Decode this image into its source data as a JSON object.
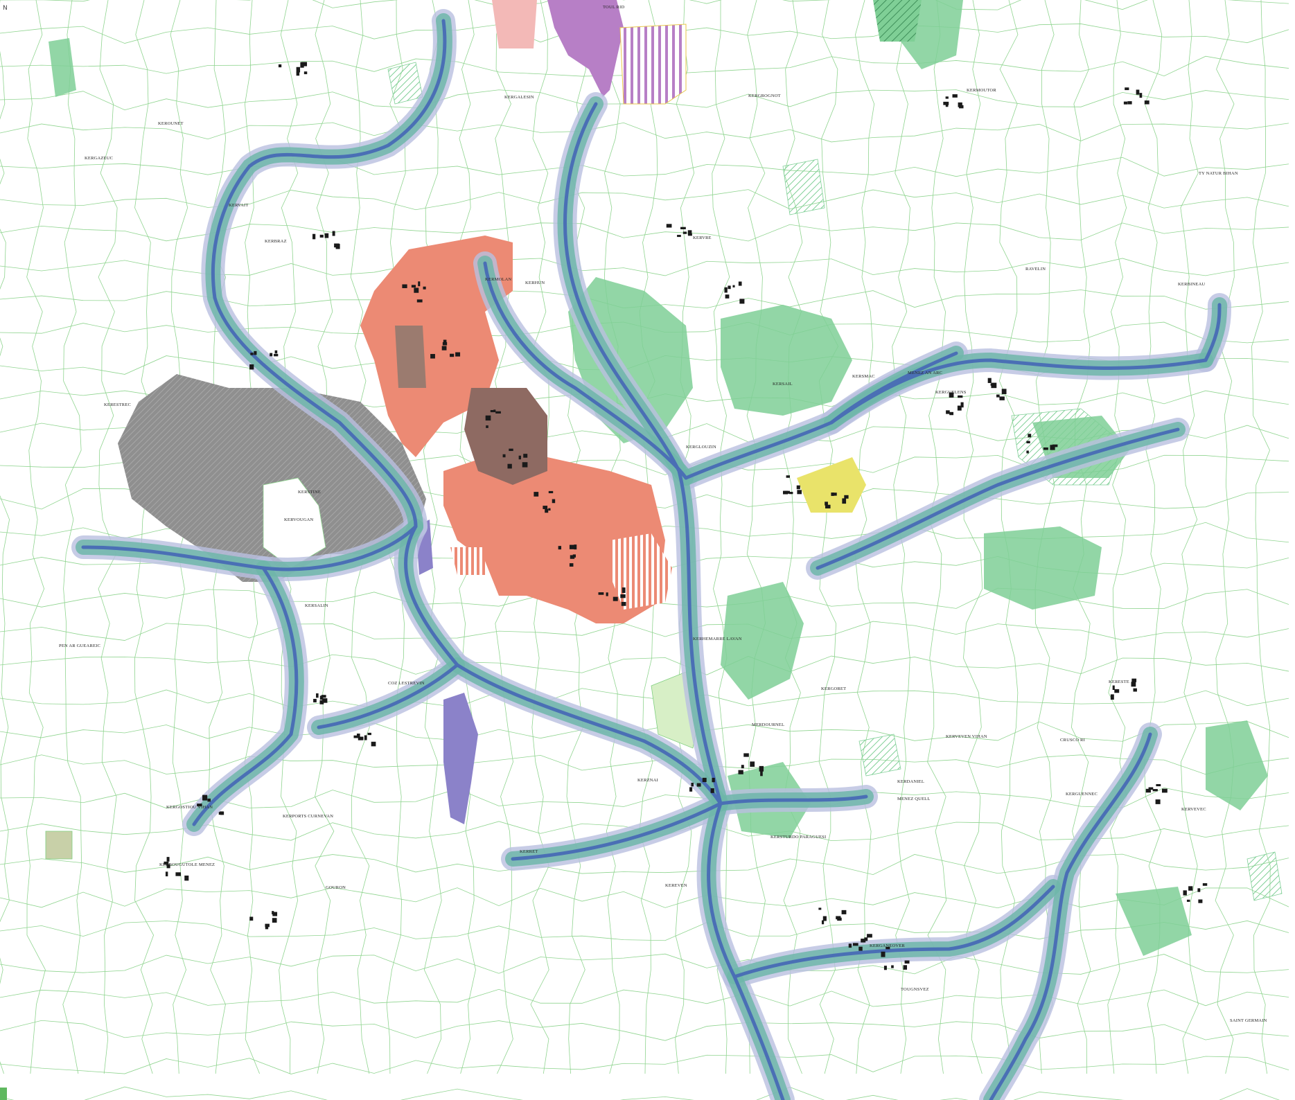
{
  "colors": {
    "background": "#ffffff",
    "parcel_line": "#7fcf7f",
    "stream": "#4a6fb5",
    "stream_buffer": "#b9bfe0",
    "flood_zone": "#6fb6a9",
    "wetland": "#7fcf96",
    "urban": "#ec8a74",
    "urban_core": "#8e6a62",
    "quarry": "#8f8f8f",
    "zone_purple": "#b77fc6",
    "zone_pink": "#f3b9b7",
    "zone_yellow": "#e9e36a",
    "zone_violet": "#8b82c9",
    "zone_lightgreen": "#d7efc6",
    "building": "#1a1a1a"
  },
  "corner": {
    "north_mark": "N"
  },
  "labels": [
    "TOUL RID",
    "KERGALESIN",
    "KERGROGNOT",
    "KERMOUTOR",
    "KEROUNET",
    "TY NATUR BIHAN",
    "KERGAZEUC",
    "KERVAIT",
    "KERVRE",
    "KERBRAZ",
    "KERHUN",
    "RAVELIN",
    "KERBINEAU",
    "KERSMAC",
    "MENEZ AN ARC",
    "KERGLOUZIN",
    "KERGUELENS",
    "KERVOUGAN",
    "KERESTREC",
    "KERSTINE",
    "KERSALIN",
    "PEN AR GUEAREIC",
    "COZ LESTREVIN",
    "KERGOSTIOU VIHAN",
    "KERPORTS CURNEVAN",
    "KERBOUGUTOLE MENEZ",
    "MERDOURNEL",
    "KERHEMARRE LAVAN",
    "KERGORET",
    "KERVEVEN VIHAN",
    "KERZNAI",
    "MENEZ QUELL",
    "KERSTURDO PARAGUESI",
    "KERRET",
    "KEREVEN",
    "KERGANEOVER",
    "TOUGNSVEZ",
    "KERESTE",
    "KERGUENNEC",
    "KERVEVEC",
    "SAINT GERMAIN",
    "GOURON",
    "KERMOLAN",
    "KERSAIL",
    "KERDANIEL",
    "CRUSCO RI"
  ]
}
